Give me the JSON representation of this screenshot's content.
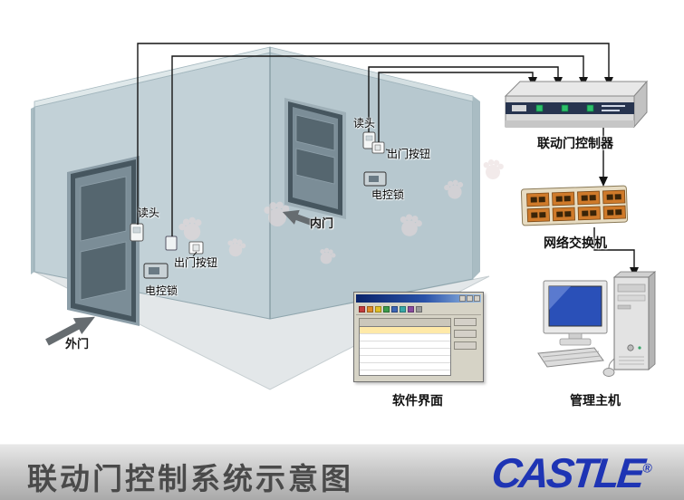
{
  "footer": {
    "title": "联动门控制系统示意图",
    "brand": "CASTLE",
    "registered_mark": "®",
    "brand_color": "#1e34b4",
    "title_color": "#4a4a4a"
  },
  "doors": {
    "outer": {
      "name": "外门",
      "reader": "读头",
      "exit_button": "出门按钮",
      "lock": "电控锁"
    },
    "inner": {
      "name": "内门",
      "reader": "读头",
      "exit_button": "出门按钮",
      "lock": "电控锁"
    }
  },
  "equipment": {
    "controller": "联动门控制器",
    "network_switch": "网络交换机",
    "software_ui": "软件界面",
    "management_host": "管理主机"
  },
  "colors": {
    "wall": "#c2d1d7",
    "wall_dark": "#b7c8cf",
    "floor": "#e3e7e9",
    "door": "#46565f",
    "wire": "#141414",
    "led_green": "#2ec06a",
    "switch_port": "#cf7a2a",
    "monitor_screen": "#2a50b8"
  }
}
